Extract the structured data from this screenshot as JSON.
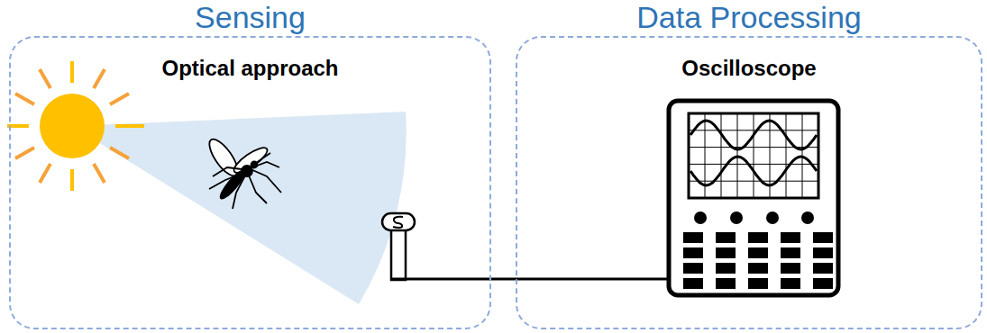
{
  "diagram": {
    "nodes": [
      {
        "text": [
          "Sensing",
          "Optical approach"
        ]
      },
      {
        "text": [
          "Data Processing",
          "Oscilloscope"
        ]
      }
    ],
    "edges": [
      {
        "from": 0,
        "to": 1,
        "arrow": "none"
      }
    ]
  }
}
